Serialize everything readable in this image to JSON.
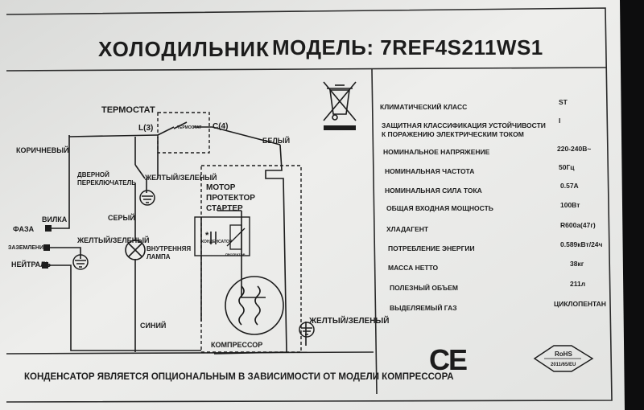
{
  "title": {
    "product": "ХОЛОДИЛЬНИК",
    "model": "МОДЕЛЬ: 7REF4S211WS1"
  },
  "diagram": {
    "thermostat": "ТЕРМОСТАТ",
    "thermostat_small": "ТЕРМОСТАТ",
    "l3": "L(3)",
    "c4": "C(4)",
    "brown": "КОРИЧНЕВЫЙ",
    "white": "БЕЛЫЙ",
    "door_switch_1": "ДВЕРНОЙ",
    "door_switch_2": "ПЕРЕКЛЮЧАТЕЛЬ",
    "yellow_green_top": "ЖЕЛТЫЙ/ЗЕЛЕНЫЙ",
    "motor_1": "МОТОР",
    "motor_2": "ПРОТЕКТОР",
    "motor_3": "СТАРТЕР",
    "plug": "ВИЛКА",
    "gray": "СЕРЫЙ",
    "phase": "ФАЗА",
    "ground": "ЗАЗЕМЛЕНИЕ",
    "yellow_green_mid": "ЖЕЛТЫЙ/ЗЕЛЕНЫЙ",
    "neutral": "НЕЙТРАЛЬ",
    "lamp_1": "ВНУТРЕННЯЯ",
    "lamp_2": "ЛАМПА",
    "capacitor": "КОНДЕНСАТОР",
    "asterisk": "*",
    "protector_small": "ПРОТЕКТОР",
    "blue": "СИНИЙ",
    "yellow_green_right": "ЖЕЛТЫЙ/ЗЕЛЕНЫЙ",
    "compressor": "КОМПРЕССОР",
    "footnote": "КОНДЕНСАТОР ЯВЛЯЕТСЯ ОПЦИОНАЛЬНЫМ В ЗАВИСИМОСТИ ОТ МОДЕЛИ КОМПРЕССОРА"
  },
  "specs": [
    {
      "label": "КЛИМАТИЧЕСКИЙ КЛАСС",
      "value": "ST"
    },
    {
      "label": "ЗАЩИТНАЯ КЛАССИФИКАЦИЯ УСТОЙЧИВОСТИ",
      "label2": "К ПОРАЖЕНИЮ ЭЛЕКТРИЧЕСКИМ ТОКОМ",
      "value": "I"
    },
    {
      "label": "НОМИНАЛЬНОЕ НАПРЯЖЕНИЕ",
      "value": "220-240В~"
    },
    {
      "label": "НОМИНАЛЬНАЯ ЧАСТОТА",
      "value": "50Гц"
    },
    {
      "label": "НОМИНАЛЬНАЯ СИЛА ТОКА",
      "value": "0.57A"
    },
    {
      "label": "ОБЩАЯ ВХОДНАЯ МОЩНОСТЬ",
      "value": "100Вт"
    },
    {
      "label": "ХЛАДАГЕНТ",
      "value": "R600a(47г)"
    },
    {
      "label": "ПОТРЕБЛЕНИЕ ЭНЕРГИИ",
      "value": "0.589кВт/24ч"
    },
    {
      "label": "МАССА НЕТТО",
      "value": "38кг"
    },
    {
      "label": "ПОЛЕЗНЫЙ ОБЪЕМ",
      "value": "211л"
    },
    {
      "label": "ВЫДЕЛЯЕМЫЙ ГАЗ",
      "value": "ЦИКЛОПЕНТАН"
    }
  ],
  "ce_mark": "CE",
  "rohs": {
    "line1": "RoHS",
    "line2": "2011/65/EU"
  },
  "icons": [
    "weee-crossed-bin-icon",
    "ce-mark-icon",
    "rohs-badge-icon",
    "ground-symbol-icon",
    "lamp-icon"
  ],
  "colors": {
    "plate": "#e7e8e6",
    "ink": "#1c1c1c",
    "background": "#0d0d0e"
  }
}
